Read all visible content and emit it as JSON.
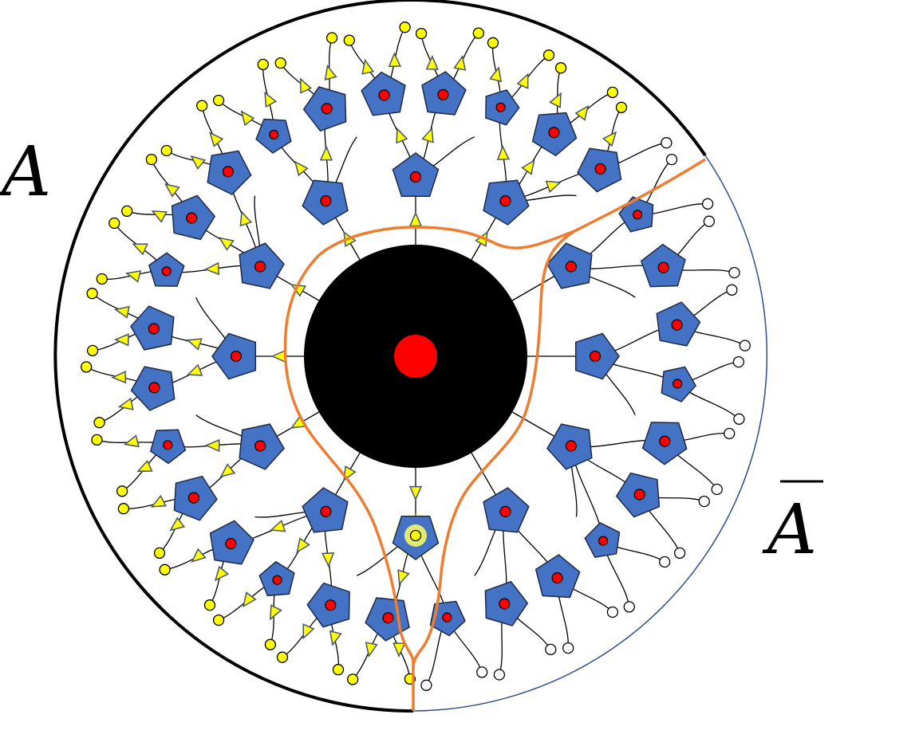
{
  "labels": {
    "region_a": "A",
    "region_a_bar": "A"
  },
  "colors": {
    "background": "#ffffff",
    "outer_boundary_a": "#000000",
    "outer_boundary_a_bar": "#2f4f8a",
    "pentagon_fill": "#4472c4",
    "pentagon_stroke": "#1f2a44",
    "red_dot": "#ff0000",
    "yellow_node": "#ffff00",
    "white_node": "#ffffff",
    "arrow_fill": "#ffff00",
    "arrow_stroke": "#44546a",
    "cut_line": "#ed7d31",
    "black_hole": "#000000",
    "highlight_glow": "#ffff66"
  },
  "diagram": {
    "description_tags": [
      "tensor-network",
      "black-hole-core",
      "entanglement-cut"
    ],
    "inner_ring_count": 12,
    "outer_ring_count": 28,
    "highlighted_inner_index": 6
  }
}
